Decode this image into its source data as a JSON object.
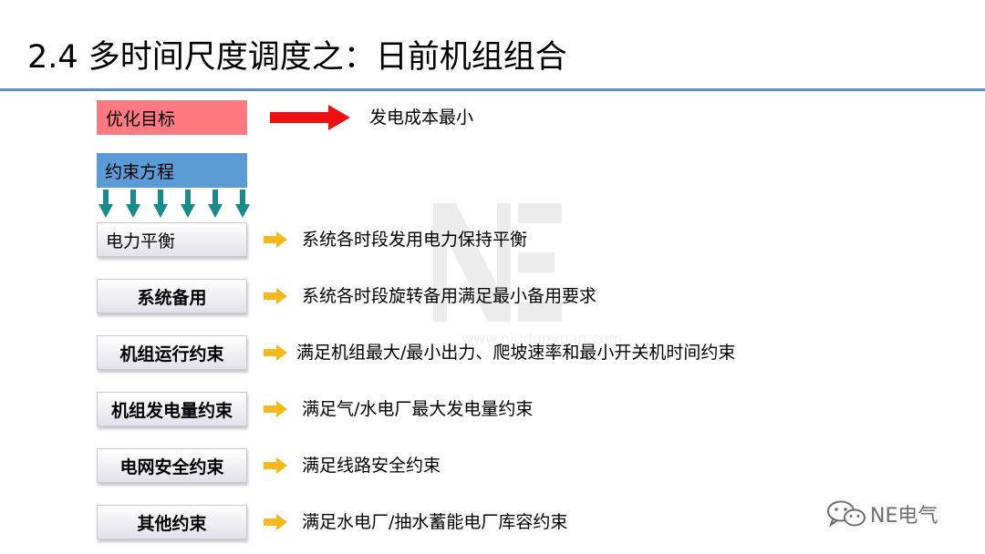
{
  "slide": {
    "title": "2.4 多时间尺度调度之：日前机组组合"
  },
  "objective": {
    "label": "优化目标",
    "description": "发电成本最小"
  },
  "constraints_header": {
    "label": "约束方程"
  },
  "constraints": [
    {
      "label": "电力平衡",
      "description": "系统各时段发用电力保持平衡"
    },
    {
      "label": "系统备用",
      "description": "系统各时段旋转备用满足最小备用要求"
    },
    {
      "label": "机组运行约束",
      "description": "满足机组最大/最小出力、爬坡速率和最小开关机时间约束"
    },
    {
      "label": "机组发电量约束",
      "description": "满足气/水电厂最大发电量约束"
    },
    {
      "label": "电网安全约束",
      "description": "满足线路安全约束"
    },
    {
      "label": "其他约束",
      "description": "满足水电厂/抽水蓄能电厂库容约束"
    }
  ],
  "watermark": {
    "url": "www.niudunyuan.com"
  },
  "brand": {
    "name": "NE电气",
    "icon": "wechat-icon"
  },
  "colors": {
    "objective_box": "#fe7a80",
    "constraints_box": "#5b9bd6",
    "objective_arrow": "#ee1111",
    "down_arrow": "#1a8a8a",
    "bullet_arrow": "#f6b81c",
    "title_rule": "#5b8fc7"
  }
}
